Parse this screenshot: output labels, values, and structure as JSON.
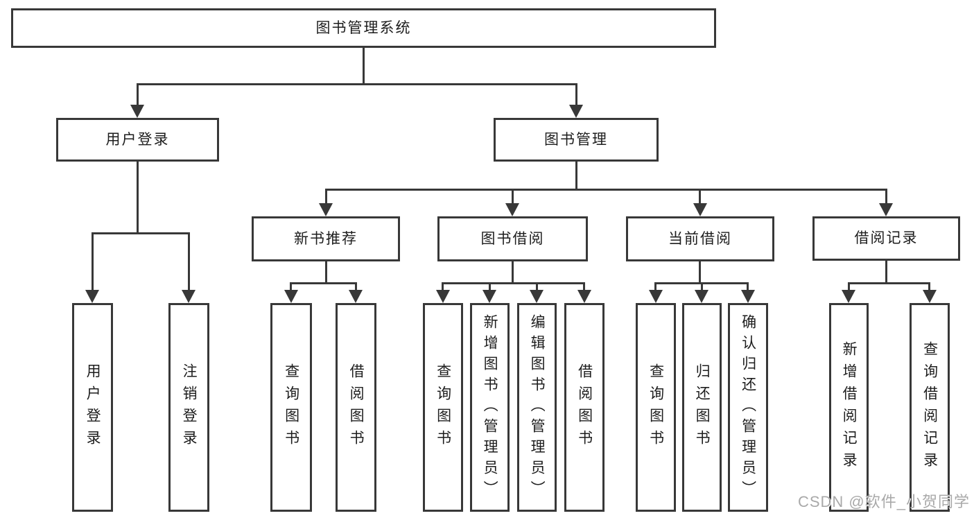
{
  "diagram": {
    "type": "hierarchy-tree",
    "title": "图书管理系统",
    "colors": {
      "line": "#383838",
      "box_border": "#383838",
      "text": "#1d1d1d",
      "background": "#ffffff",
      "watermark": "#a9a9a9"
    },
    "nodes": {
      "root": {
        "label": "图书管理系统"
      },
      "user_login": {
        "label": "用户登录"
      },
      "book_mgmt": {
        "label": "图书管理"
      },
      "new_book_rec": {
        "label": "新书推荐"
      },
      "book_borrow": {
        "label": "图书借阅"
      },
      "current_borrow": {
        "label": "当前借阅"
      },
      "borrow_records": {
        "label": "借阅记录"
      },
      "leaf_user_login": {
        "label": "用户登录"
      },
      "leaf_logout": {
        "label": "注销登录"
      },
      "leaf_newrec_query": {
        "label": "查询图书"
      },
      "leaf_newrec_borrow": {
        "label": "借阅图书"
      },
      "leaf_borrow_query": {
        "label": "查询图书"
      },
      "leaf_borrow_add": {
        "label": "新增图书（管理员）"
      },
      "leaf_borrow_edit": {
        "label": "编辑图书（管理员）"
      },
      "leaf_borrow_borrow": {
        "label": "借阅图书"
      },
      "leaf_current_query": {
        "label": "查询图书"
      },
      "leaf_current_return": {
        "label": "归还图书"
      },
      "leaf_current_confirm": {
        "label": "确认归还（管理员）"
      },
      "leaf_records_add": {
        "label": "新增借阅记录"
      },
      "leaf_records_query": {
        "label": "查询借阅记录"
      }
    },
    "hierarchy": [
      {
        "parent": "图书管理系统",
        "children": [
          "用户登录",
          "图书管理"
        ]
      },
      {
        "parent": "用户登录",
        "children": [
          "用户登录",
          "注销登录"
        ]
      },
      {
        "parent": "图书管理",
        "children": [
          "新书推荐",
          "图书借阅",
          "当前借阅",
          "借阅记录"
        ]
      },
      {
        "parent": "新书推荐",
        "children": [
          "查询图书",
          "借阅图书"
        ]
      },
      {
        "parent": "图书借阅",
        "children": [
          "查询图书",
          "新增图书（管理员）",
          "编辑图书（管理员）",
          "借阅图书"
        ]
      },
      {
        "parent": "当前借阅",
        "children": [
          "查询图书",
          "归还图书",
          "确认归还（管理员）"
        ]
      },
      {
        "parent": "借阅记录",
        "children": [
          "新增借阅记录",
          "查询借阅记录"
        ]
      }
    ]
  },
  "watermark": {
    "text": "CSDN @软件_小贺同学"
  }
}
